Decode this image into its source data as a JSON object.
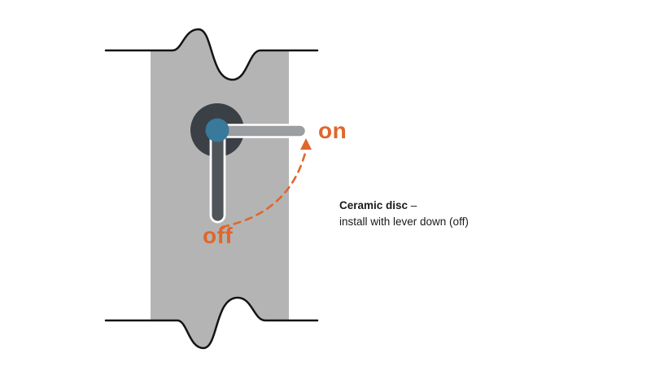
{
  "labels": {
    "on": "on",
    "off": "off"
  },
  "caption": {
    "title": "Ceramic disc",
    "separator": " –",
    "line2": "install with lever down (off)"
  },
  "colors": {
    "pipe": "#b4b4b4",
    "body": "#3a4046",
    "center": "#39799b",
    "leverOn": "#9b9fa2",
    "leverOff": "#50555a",
    "accent": "#e0662b",
    "line": "#141414"
  }
}
